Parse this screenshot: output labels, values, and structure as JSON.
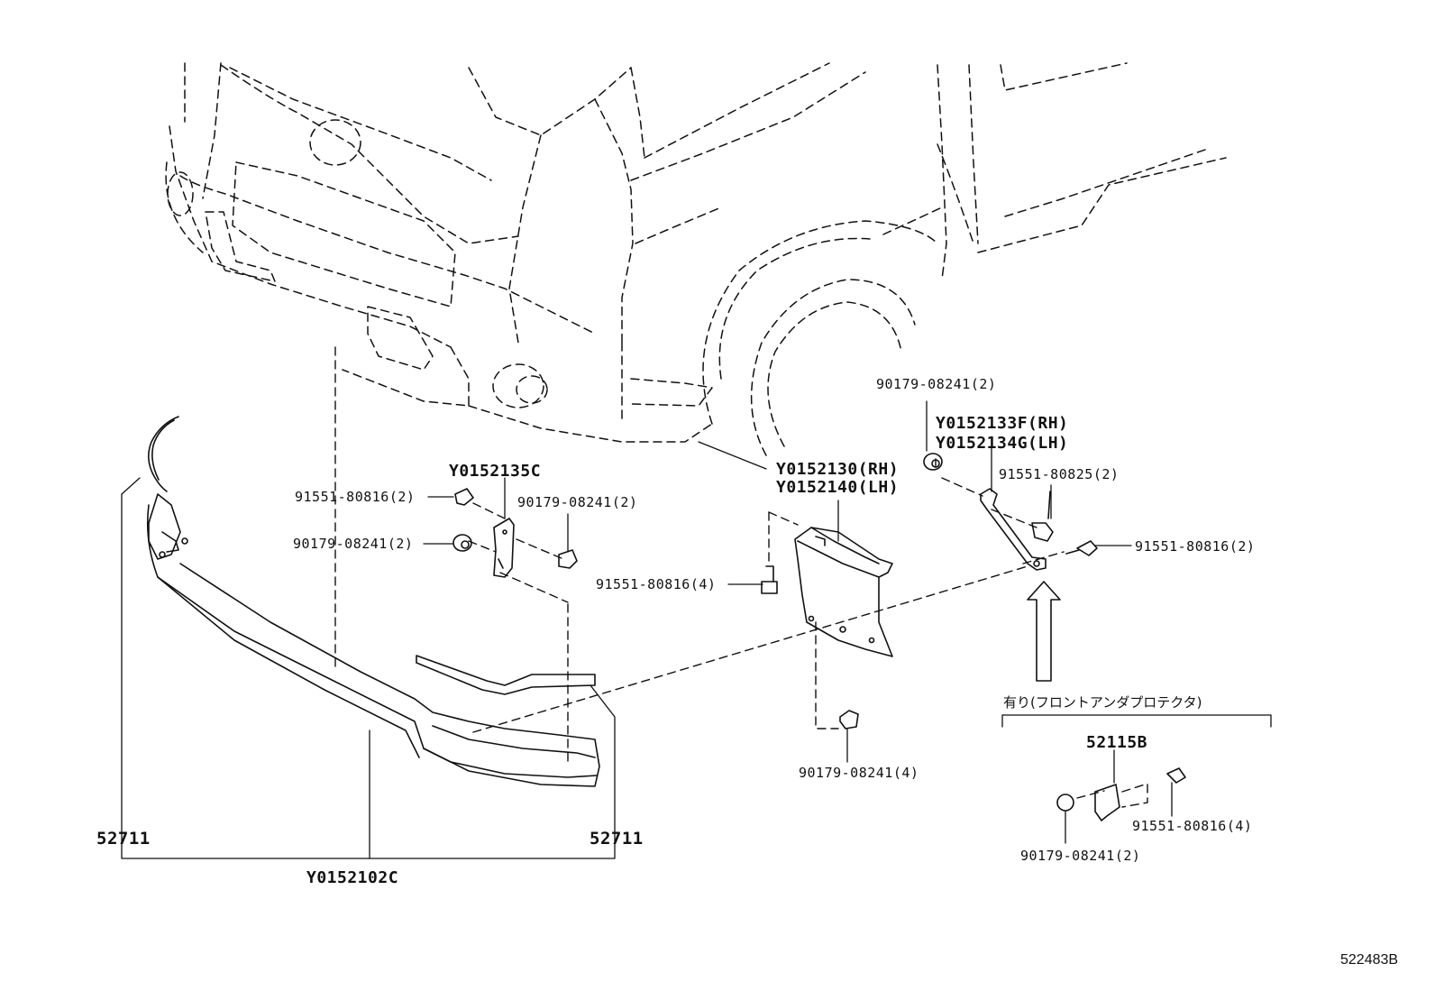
{
  "labels": {
    "nut_top": "90179-08241(2)",
    "bracket_rh": "Y0152133F(RH)",
    "bracket_lh": "Y0152134G(LH)",
    "bolt_80825": "91551-80825(2)",
    "part_y0152135c": "Y0152135C",
    "bolt_left": "91551-80816(2)",
    "nut_left_right": "90179-08241(2)",
    "nut_left": "90179-08241(2)",
    "mudguard_rh": "Y0152130(RH)",
    "mudguard_lh": "Y0152140(LH)",
    "bolt_center": "91551-80816(4)",
    "bolt_right": "91551-80816(2)",
    "nut_bottom": "90179-08241(4)",
    "option_note": "有り(フロントアンダプロテクタ)",
    "part_52115b": "52115B",
    "bolt_bottom_right": "91551-80816(4)",
    "nut_bottom_right": "90179-08241(2)",
    "molding_left": "52711",
    "molding_right": "52711",
    "spoiler_assy": "Y0152102C",
    "figure_code": "522483B"
  }
}
